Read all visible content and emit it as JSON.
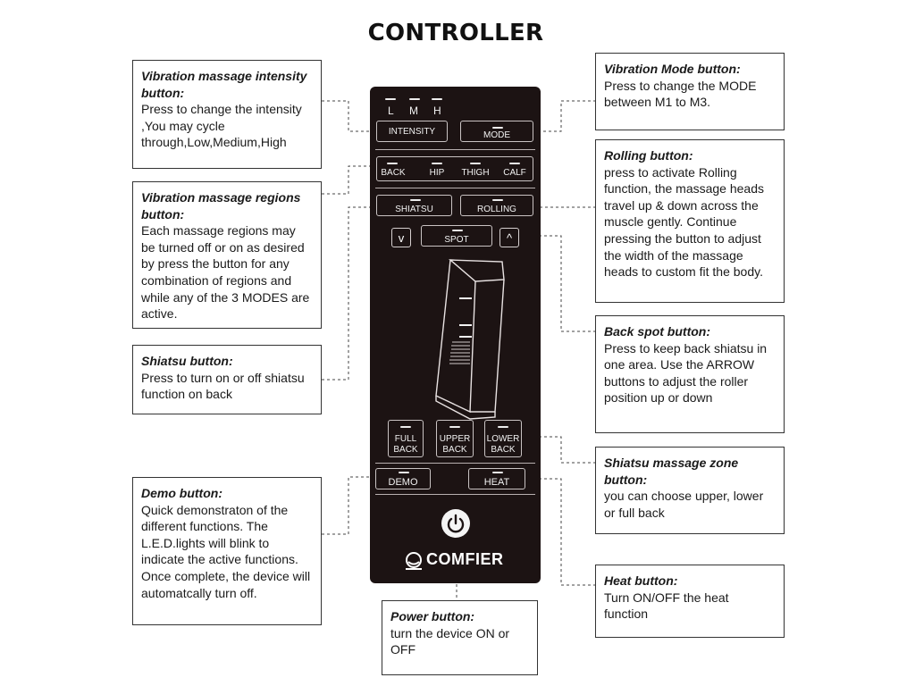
{
  "title": "CONTROLLER",
  "callouts": {
    "intensity": {
      "heading": "Vibration massage intensity button:",
      "body": "Press to change the intensity ,You may cycle through,Low,Medium,High"
    },
    "regions": {
      "heading": "Vibration massage regions button:",
      "body": "Each massage regions may be turned off or on as desired by press the button for any combination of regions and while any of the 3 MODES are active."
    },
    "shiatsu": {
      "heading": "Shiatsu button:",
      "body": "Press to turn on or off shiatsu function on back"
    },
    "demo": {
      "heading": "Demo button:",
      "body": "Quick demonstraton of the different functions. The L.E.D.lights will blink to indicate the active functions. Once complete, the device will automatcally turn off."
    },
    "power": {
      "heading": "Power button:",
      "body": "turn the device ON or OFF"
    },
    "mode": {
      "heading": "Vibration Mode button:",
      "body": "Press to change the MODE between M1 to M3."
    },
    "rolling": {
      "heading": "Rolling button:",
      "body": "press to activate Rolling function, the massage heads travel up & down across the muscle gently. Continue pressing the button to adjust the width of the massage heads to custom fit the body."
    },
    "spot": {
      "heading": "Back spot button:",
      "body": "Press to keep back shiatsu in one area. Use the ARROW buttons to adjust the roller position up or down"
    },
    "zone": {
      "heading": "Shiatsu massage zone button:",
      "body": "you can choose upper, lower or full back"
    },
    "heat": {
      "heading": "Heat button:",
      "body": "Turn ON/OFF the heat function"
    }
  },
  "remote": {
    "intensity_levels": [
      "L",
      "M",
      "H"
    ],
    "intensity_label": "INTENSITY",
    "mode_label": "MODE",
    "regions": [
      "BACK",
      "HIP",
      "THIGH",
      "CALF"
    ],
    "shiatsu_label": "SHIATSU",
    "rolling_label": "ROLLING",
    "spot_label": "SPOT",
    "down_arrow": "v",
    "up_arrow": "^",
    "zones": [
      {
        "line1": "FULL",
        "line2": "BACK"
      },
      {
        "line1": "UPPER",
        "line2": "BACK"
      },
      {
        "line1": "LOWER",
        "line2": "BACK"
      }
    ],
    "demo_label": "DEMO",
    "heat_label": "HEAT",
    "brand": "COMFIER"
  },
  "colors": {
    "remote_body": "#1c1313",
    "button_outline": "#c9c3c3",
    "led": "#ededed"
  }
}
